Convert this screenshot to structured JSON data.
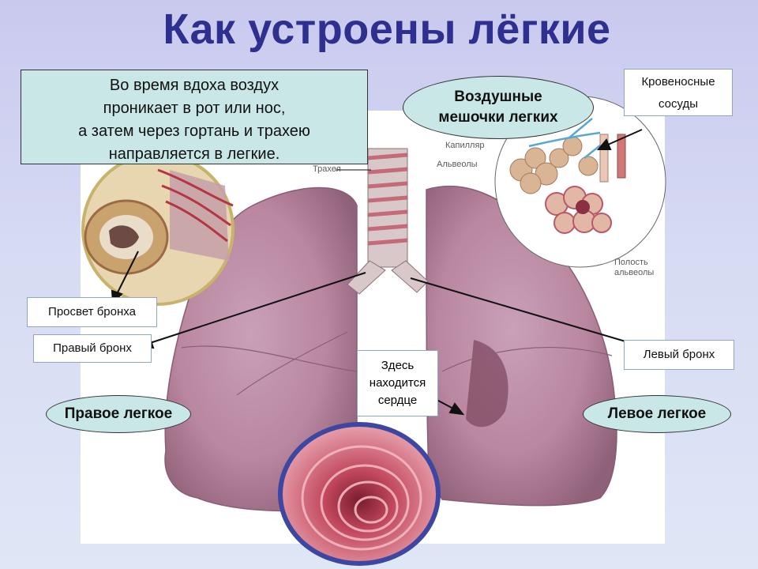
{
  "title": "Как устроены лёгкие",
  "intro": {
    "lines": [
      "Во время вдоха воздух",
      "проникает в рот или нос,",
      "а затем через гортань и трахею",
      "направляется в легкие."
    ]
  },
  "labels": {
    "air_sacs": [
      "Воздушные",
      "мешочки легких"
    ],
    "blood_vessels": [
      "Кровеносные",
      "сосуды"
    ],
    "bronchus_lumen": "Просвет бронха",
    "right_bronchus": "Правый бронх",
    "left_bronchus": "Левый бронх",
    "heart": [
      "Здесь",
      "находится",
      "сердце"
    ],
    "right_lung": "Правое легкое",
    "left_lung": "Левое легкое"
  },
  "inset_labels": {
    "capillary": "Капилляр",
    "alveoli": "Альвеолы",
    "alveolus_cavity": [
      "Полость",
      "альвеолы"
    ],
    "trachea_fragment": "Трахея"
  },
  "colors": {
    "title": "#2e2f8f",
    "lung": "#b98aa6",
    "callout_fill": "#c8e7e6"
  }
}
